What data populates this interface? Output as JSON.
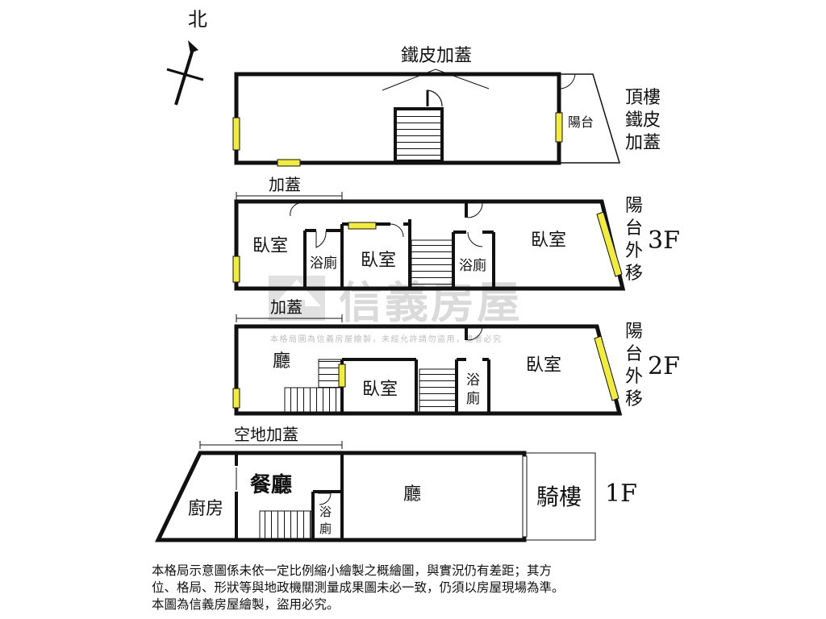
{
  "compass": {
    "north": "北"
  },
  "rooftop": {
    "top_label": "鐵皮加蓋",
    "balcony": "陽台",
    "side_label": [
      "頂樓",
      "鐵皮",
      "加蓋"
    ]
  },
  "floor3": {
    "extension": "加蓋",
    "rooms": [
      "臥室",
      "浴廁",
      "臥室",
      "浴廁",
      "臥室"
    ],
    "balcony_note": [
      "陽",
      "台",
      "外",
      "移"
    ],
    "floor": "3F"
  },
  "floor2": {
    "extension": "加蓋",
    "rooms": {
      "hall": "廳",
      "bed1": "臥室",
      "bath": [
        "浴",
        "廁"
      ],
      "bed2": "臥室"
    },
    "balcony_note": [
      "陽",
      "台",
      "外",
      "移"
    ],
    "floor": "2F"
  },
  "floor1": {
    "extension": "空地加蓋",
    "rooms": {
      "kitchen": "廚房",
      "dining": "餐廳",
      "bath": [
        "浴",
        "廁"
      ],
      "hall": "廳",
      "arcade": "騎樓"
    },
    "floor": "1F"
  },
  "watermark": {
    "brand": "信義房屋",
    "notice": "本格局圖為信義房屋繪製，未經允許請勿盜用，違者必究"
  },
  "footnote": [
    "本格局示意圖係未依一定比例縮小繪製之概繪圖，與實況仍有差距；其方",
    "位、格局、形狀等與地政機關測量成果圖未必一致，仍須以房屋現場為準。",
    "本圖為信義房屋繪製，盜用必究。"
  ],
  "colors": {
    "wall": "#111111",
    "window": "#f2ec3a",
    "watermark": "#c9c9c9"
  }
}
